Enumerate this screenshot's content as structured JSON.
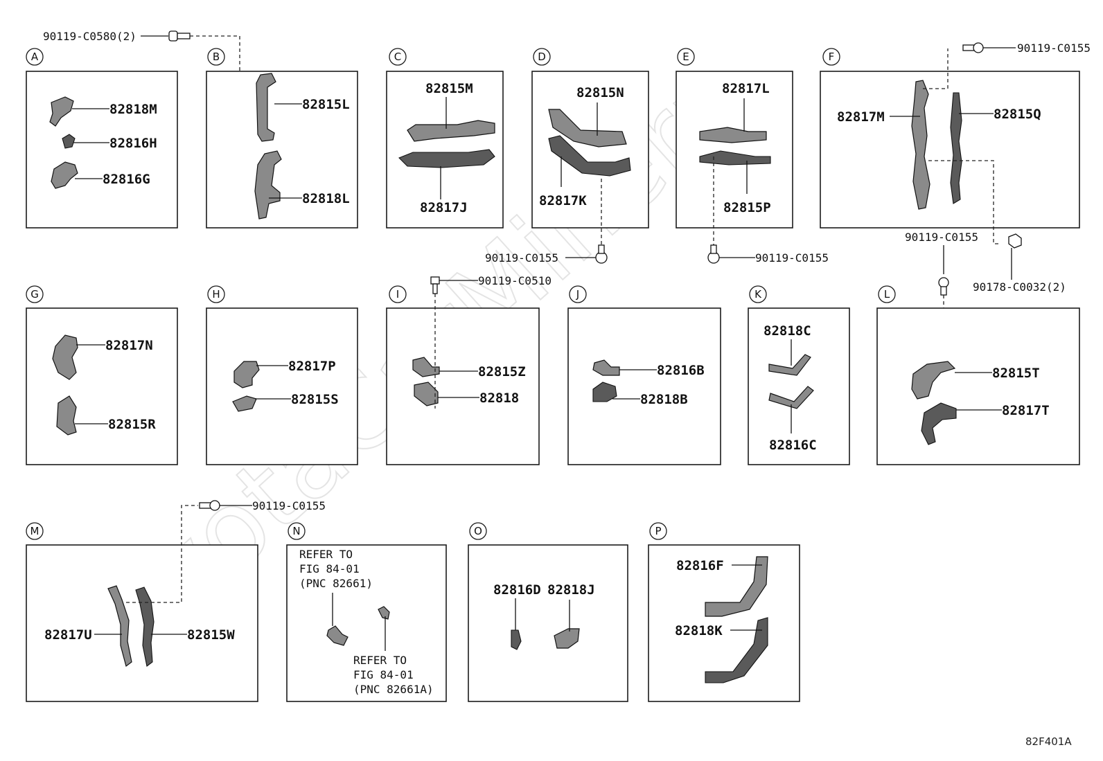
{
  "watermark": "ToyotaCarMineru",
  "figure_code": "82F401A",
  "panels": {
    "A": {
      "letter": "A",
      "parts": [
        "82818M",
        "82816H",
        "82816G"
      ]
    },
    "B": {
      "letter": "B",
      "parts": [
        "82815L",
        "82818L"
      ]
    },
    "C": {
      "letter": "C",
      "parts": [
        "82815M",
        "82817J"
      ]
    },
    "D": {
      "letter": "D",
      "parts": [
        "82815N",
        "82817K"
      ]
    },
    "E": {
      "letter": "E",
      "parts": [
        "82817L",
        "82815P"
      ]
    },
    "F": {
      "letter": "F",
      "parts": [
        "82817M",
        "82815Q"
      ]
    },
    "G": {
      "letter": "G",
      "parts": [
        "82817N",
        "82815R"
      ]
    },
    "H": {
      "letter": "H",
      "parts": [
        "82817P",
        "82815S"
      ]
    },
    "I": {
      "letter": "I",
      "parts": [
        "82815Z",
        "82818"
      ]
    },
    "J": {
      "letter": "J",
      "parts": [
        "82816B",
        "82818B"
      ]
    },
    "K": {
      "letter": "K",
      "parts": [
        "82818C",
        "82816C"
      ]
    },
    "L": {
      "letter": "L",
      "parts": [
        "82815T",
        "82817T"
      ]
    },
    "M": {
      "letter": "M",
      "parts": [
        "82817U",
        "82815W"
      ]
    },
    "N": {
      "letter": "N",
      "notes": [
        [
          "REFER TO",
          "FIG 84-01",
          "(PNC 82661)"
        ],
        [
          "REFER TO",
          "FIG 84-01",
          "(PNC 82661A)"
        ]
      ]
    },
    "O": {
      "letter": "O",
      "parts": [
        "82816D",
        "82818J"
      ]
    },
    "P": {
      "letter": "P",
      "parts": [
        "82816F",
        "82818K"
      ]
    }
  },
  "fasteners": {
    "ab": "90119-C0580(2)",
    "f_top": "90119-C0155",
    "d_bottom": "90119-C0155",
    "e_bottom": "90119-C0155",
    "fl_mid": "90119-C0155",
    "f_clip": "90178-C0032(2)",
    "i_top": "90119-C0510",
    "m_top": "90119-C0155"
  }
}
